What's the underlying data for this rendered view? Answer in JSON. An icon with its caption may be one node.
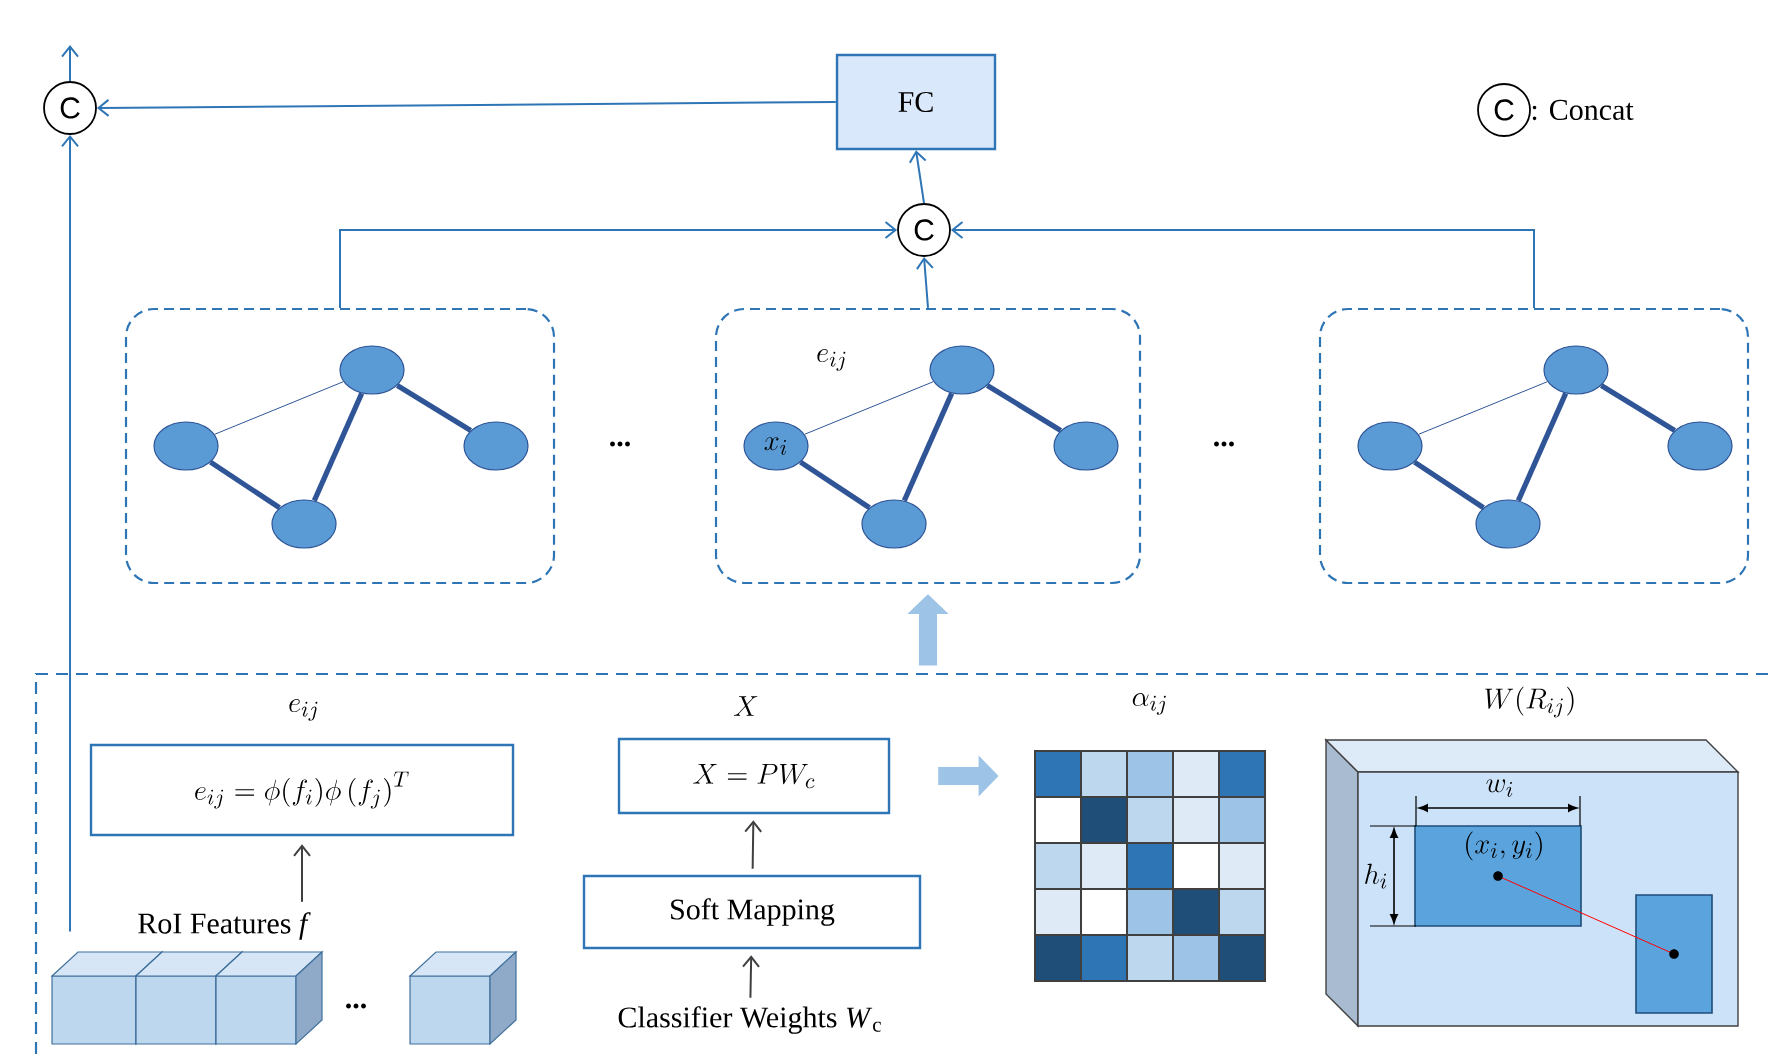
{
  "diagram": {
    "nodes": [
      {
        "text": [
          "C"
        ]
      },
      {
        "text": [
          "FC"
        ]
      },
      {
        "text": [
          "C"
        ]
      },
      {
        "text": [],
        "shape": "box"
      },
      {
        "text": [],
        "shape": "box"
      },
      {
        "text": [],
        "shape": "box"
      },
      {
        "text": [],
        "shape": "ellipse",
        "in": 3
      },
      {
        "text": [],
        "shape": "ellipse",
        "in": 3
      },
      {
        "text": [],
        "shape": "ellipse",
        "in": 3
      },
      {
        "text": [],
        "shape": "ellipse",
        "in": 3
      },
      {
        "text": [
          "x_i"
        ],
        "in": 4
      },
      {
        "text": [],
        "shape": "ellipse",
        "in": 4
      },
      {
        "text": [],
        "shape": "ellipse",
        "in": 4
      },
      {
        "text": [],
        "shape": "ellipse",
        "in": 4
      },
      {
        "text": [],
        "shape": "ellipse",
        "in": 5
      },
      {
        "text": [],
        "shape": "ellipse",
        "in": 5
      },
      {
        "text": [],
        "shape": "ellipse",
        "in": 5
      },
      {
        "text": [],
        "shape": "ellipse",
        "in": 5
      },
      {
        "text": [],
        "shape": "box"
      },
      {
        "text": [
          "e_{ij}",
          "e_{ij} = \\phi(f_i)\\phi\\left(f_j\\right)^T"
        ],
        "in": 18
      },
      {
        "text": [
          "RoI Features *f*"
        ],
        "in": 18
      },
      {
        "text": [],
        "shape": "cube",
        "in": 18
      },
      {
        "text": [],
        "shape": "cube",
        "in": 18
      },
      {
        "text": [],
        "shape": "cube",
        "in": 18
      },
      {
        "text": [],
        "shape": "cube",
        "in": 18
      },
      {
        "text": [
          "X",
          "X = PW_c"
        ],
        "in": 18
      },
      {
        "text": [
          "Soft Mapping"
        ],
        "in": 18
      },
      {
        "text": [
          "Classifier Weights *W*$_{c}$"
        ],
        "in": 18
      },
      {
        "text": [
          "\\alpha_{ij}"
        ],
        "in": 18
      },
      {
        "text": [
          "W(R_{ij})"
        ],
        "in": 18
      },
      {
        "text": [
          "(x_i, y_i)"
        ],
        "in": 29
      },
      {
        "text": [],
        "shape": "box",
        "in": 29
      }
    ],
    "edges": [
      {
        "from": 0,
        "to": null,
        "arrow": "to",
        "color": "#2e75b6"
      },
      {
        "from": 1,
        "to": 0,
        "arrow": "to",
        "color": "#2e75b6"
      },
      {
        "from": 2,
        "to": 1,
        "arrow": "to",
        "color": "#2e75b6"
      },
      {
        "from": 3,
        "to": 2,
        "arrow": "to",
        "color": "#2e75b6"
      },
      {
        "from": 4,
        "to": 2,
        "arrow": "to",
        "color": "#2e75b6"
      },
      {
        "from": 5,
        "to": 2,
        "arrow": "to",
        "color": "#2e75b6"
      },
      {
        "from": 6,
        "to": 7,
        "arrow": "none"
      },
      {
        "from": 6,
        "to": 9,
        "arrow": "none",
        "style": "thick"
      },
      {
        "from": 9,
        "to": 7,
        "arrow": "none",
        "style": "thick"
      },
      {
        "from": 7,
        "to": 8,
        "arrow": "none",
        "style": "thick"
      },
      {
        "from": 10,
        "to": 11,
        "arrow": "none",
        "label": "e_{ij}"
      },
      {
        "from": 10,
        "to": 13,
        "arrow": "none",
        "style": "thick"
      },
      {
        "from": 13,
        "to": 11,
        "arrow": "none",
        "style": "thick"
      },
      {
        "from": 11,
        "to": 12,
        "arrow": "none",
        "style": "thick"
      },
      {
        "from": 14,
        "to": 15,
        "arrow": "none"
      },
      {
        "from": 14,
        "to": 17,
        "arrow": "none",
        "style": "thick"
      },
      {
        "from": 17,
        "to": 15,
        "arrow": "none",
        "style": "thick"
      },
      {
        "from": 15,
        "to": 16,
        "arrow": "none",
        "style": "thick"
      },
      {
        "from": 18,
        "to": 4,
        "arrow": "to",
        "style": "thick",
        "color": "#9dc3e6"
      },
      {
        "from": 21,
        "to": 0,
        "arrow": "to",
        "color": "#2e75b6"
      },
      {
        "from": 20,
        "to": 19,
        "arrow": "to",
        "color": "#404040"
      },
      {
        "from": 26,
        "to": 25,
        "arrow": "to",
        "color": "#404040"
      },
      {
        "from": 27,
        "to": 26,
        "arrow": "to",
        "color": "#404040"
      },
      {
        "from": 25,
        "to": 28,
        "arrow": "to",
        "style": "thick",
        "color": "#9dc3e6"
      },
      {
        "from": 30,
        "to": 31,
        "arrow": "none",
        "color": "#ff0000"
      }
    ],
    "labels": [
      "C",
      "...",
      "...",
      "...",
      "w_i",
      "h_i"
    ],
    "legend": [
      {
        "text": ": Concat"
      }
    ]
  }
}
